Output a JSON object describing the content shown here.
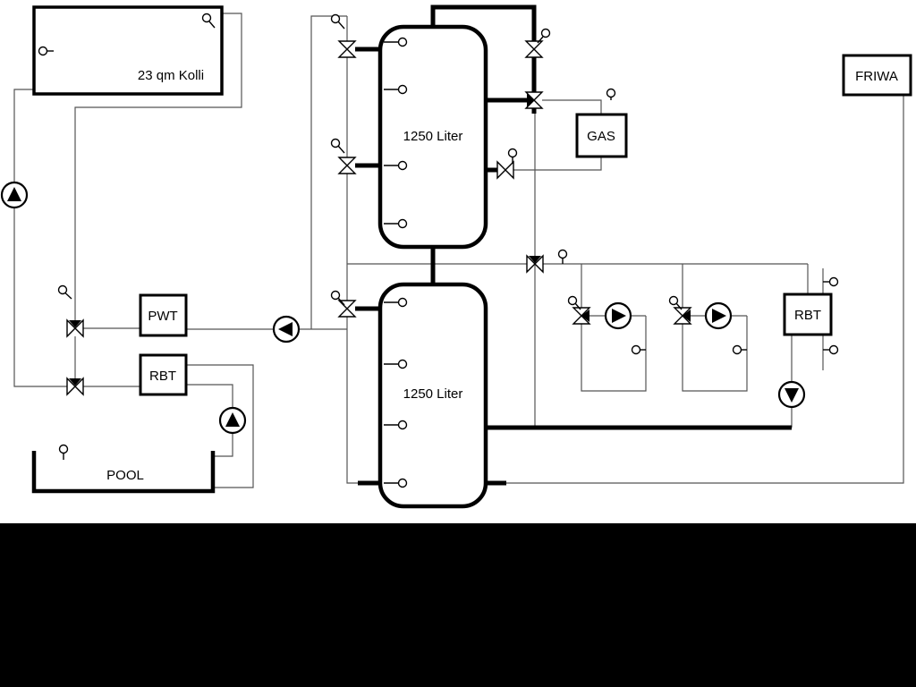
{
  "labels": {
    "collector": "23 qm Kolli",
    "buffer_tank_1": "1250 Liter",
    "buffer_tank_2": "1250 Liter",
    "gas_boiler": "GAS",
    "friwa": "FRIWA",
    "pwt": "PWT",
    "rbt_left": "RBT",
    "rbt_right": "RBT",
    "pool": "POOL"
  },
  "colors": {
    "background": "#ffffff",
    "thin_line": "#555555",
    "thick_pipe": "#000000",
    "footer_bar": "#000000"
  },
  "icons": {
    "pump": "circle-with-filled-triangle",
    "valve": "bowtie-triangles",
    "three_way_valve": "bowtie-with-filled-branch",
    "sensor": "small-circle-lollipop"
  }
}
